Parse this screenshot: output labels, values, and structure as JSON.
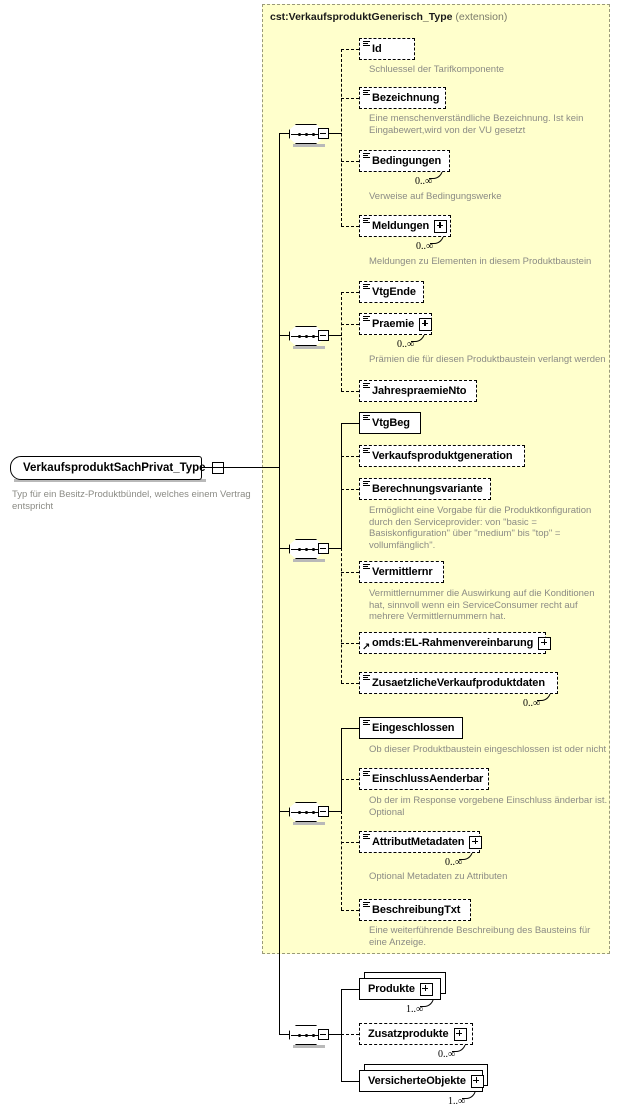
{
  "diagram": {
    "kind": "xsd-schema-diagram",
    "root": {
      "label": "VerkaufsproduktSachPrivat_Type",
      "annotation": "Typ für ein Besitz-Produktbündel, welches einem Vertrag entspricht",
      "collapse_icon": "minus-box"
    },
    "extension": {
      "base": "cst:VerkaufsproduktGenerisch_Type",
      "kind_label": "(extension)"
    },
    "groups": [
      {
        "compositor": "sequence",
        "elements": [
          {
            "label": "Id",
            "required": false,
            "icon": "element-lines-icon",
            "expandable": false,
            "repeat": false,
            "multiplicity": "",
            "annotation": "Schluessel der Tarifkomponente"
          },
          {
            "label": "Bezeichnung",
            "required": false,
            "icon": "element-lines-icon",
            "expandable": false,
            "repeat": false,
            "multiplicity": "",
            "annotation": "Eine menschenverständliche Bezeichnung. Ist kein\nEingabewert,wird von der VU gesetzt"
          },
          {
            "label": "Bedingungen",
            "required": false,
            "icon": "element-lines-icon",
            "expandable": false,
            "repeat": true,
            "multiplicity": "0..∞",
            "annotation": "Verweise auf Bedingungswerke"
          },
          {
            "label": "Meldungen",
            "required": false,
            "icon": "element-lines-icon",
            "expandable": true,
            "repeat": true,
            "multiplicity": "0..∞",
            "annotation": "Meldungen zu Elementen in diesem Produktbaustein"
          }
        ]
      },
      {
        "compositor": "sequence",
        "elements": [
          {
            "label": "VtgEnde",
            "required": false,
            "icon": "element-lines-icon",
            "expandable": false,
            "repeat": false,
            "multiplicity": "",
            "annotation": ""
          },
          {
            "label": "Praemie",
            "required": false,
            "icon": "element-lines-icon",
            "expandable": true,
            "repeat": true,
            "multiplicity": "0..∞",
            "annotation": "Prämien die für diesen Produktbaustein verlangt werden"
          },
          {
            "label": "JahrespraemieNto",
            "required": false,
            "icon": "element-lines-icon",
            "expandable": false,
            "repeat": false,
            "multiplicity": "",
            "annotation": ""
          }
        ]
      },
      {
        "compositor": "sequence",
        "elements": [
          {
            "label": "VtgBeg",
            "required": true,
            "icon": "element-lines-icon",
            "expandable": false,
            "repeat": false,
            "multiplicity": "",
            "annotation": ""
          },
          {
            "label": "Verkaufsproduktgeneration",
            "required": false,
            "icon": "element-lines-icon",
            "expandable": false,
            "repeat": false,
            "multiplicity": "",
            "annotation": ""
          },
          {
            "label": "Berechnungsvariante",
            "required": false,
            "icon": "element-lines-icon",
            "expandable": false,
            "repeat": false,
            "multiplicity": "",
            "annotation": "Ermöglicht eine Vorgabe für die Produktkonfiguration\ndurch den Serviceprovider: von \"basic =\nBasiskonfiguration\" über \"medium\" bis \"top\" =\nvollumfänglich\"."
          },
          {
            "label": "Vermittlernr",
            "required": false,
            "icon": "element-lines-icon",
            "expandable": false,
            "repeat": false,
            "multiplicity": "",
            "annotation": "Vermittlernummer die Auswirkung auf die Konditionen\nhat, sinnvoll wenn ein ServiceConsumer recht auf\nmehrere Vermittlernummern hat."
          },
          {
            "label": "omds:EL-Rahmenvereinbarung",
            "required": false,
            "icon": "element-reference-icon",
            "expandable": true,
            "repeat": false,
            "multiplicity": "",
            "annotation": ""
          },
          {
            "label": "ZusaetzlicheVerkaufproduktdaten",
            "required": false,
            "icon": "element-lines-icon",
            "expandable": false,
            "repeat": true,
            "multiplicity": "0..∞",
            "annotation": ""
          }
        ]
      },
      {
        "compositor": "sequence",
        "elements": [
          {
            "label": "Eingeschlossen",
            "required": true,
            "icon": "element-lines-icon",
            "expandable": false,
            "repeat": false,
            "multiplicity": "",
            "annotation": "Ob dieser Produktbaustein eingeschlossen ist oder nicht"
          },
          {
            "label": "EinschlussAenderbar",
            "required": false,
            "icon": "element-lines-icon",
            "expandable": false,
            "repeat": false,
            "multiplicity": "",
            "annotation": "Ob der im Response vorgebene Einschluss änderbar ist.\nOptional"
          },
          {
            "label": "AttributMetadaten",
            "required": false,
            "icon": "element-lines-icon",
            "expandable": true,
            "repeat": true,
            "multiplicity": "0..∞",
            "annotation": "Optional Metadaten zu Attributen"
          },
          {
            "label": "BeschreibungTxt",
            "required": false,
            "icon": "element-lines-icon",
            "expandable": false,
            "repeat": false,
            "multiplicity": "",
            "annotation": "Eine weiterführende Beschreibung des Bausteins für\neine Anzeige."
          }
        ]
      },
      {
        "compositor": "sequence",
        "elements": [
          {
            "label": "Produkte",
            "required": true,
            "icon": "none",
            "expandable": true,
            "repeat": true,
            "stacked": true,
            "multiplicity": "1..∞",
            "annotation": ""
          },
          {
            "label": "Zusatzprodukte",
            "required": false,
            "icon": "none",
            "expandable": true,
            "repeat": true,
            "stacked": false,
            "multiplicity": "0..∞",
            "annotation": ""
          },
          {
            "label": "VersicherteObjekte",
            "required": true,
            "icon": "none",
            "expandable": true,
            "repeat": true,
            "stacked": true,
            "multiplicity": "1..∞",
            "annotation": ""
          }
        ]
      }
    ],
    "colors": {
      "extension_bg": "#ffffcc",
      "extension_border": "#9a9a7a",
      "node_bg": "#ffffff",
      "line": "#000000",
      "annotation_text": "#8b8b85",
      "shadow": "#b9b9b9"
    }
  }
}
